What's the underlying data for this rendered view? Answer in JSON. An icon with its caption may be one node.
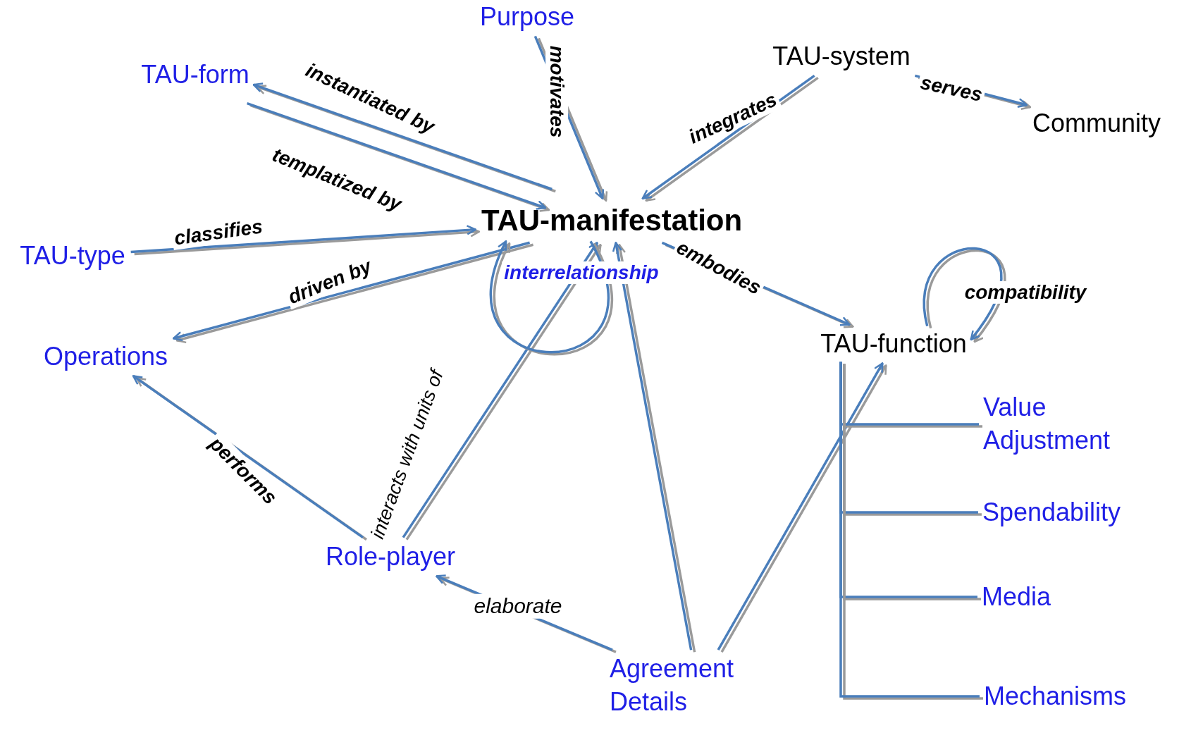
{
  "diagram": {
    "nodes": [
      {
        "text": [
          "Purpose"
        ]
      },
      {
        "text": [
          "TAU-form"
        ]
      },
      {
        "text": [
          "TAU-system"
        ]
      },
      {
        "text": [
          "Community"
        ]
      },
      {
        "text": [
          "TAU-manifestation"
        ]
      },
      {
        "text": [
          "TAU-type"
        ]
      },
      {
        "text": [
          "TAU-function"
        ]
      },
      {
        "text": [
          "Operations"
        ]
      },
      {
        "text": [
          "Value Adjustment"
        ]
      },
      {
        "text": [
          "Role-player"
        ]
      },
      {
        "text": [
          "Spendability"
        ]
      },
      {
        "text": [
          "Media"
        ]
      },
      {
        "text": [
          "Agreement Details"
        ]
      },
      {
        "text": [
          "Mechanisms"
        ]
      }
    ],
    "edges": [
      {
        "from": 0,
        "to": 4,
        "arrow": "to",
        "label": "motivates"
      },
      {
        "from": 1,
        "to": 4,
        "arrow": "to",
        "label": "instantiated by"
      },
      {
        "from": 4,
        "to": 1,
        "arrow": "to",
        "label": "templatized by"
      },
      {
        "from": 2,
        "to": 4,
        "arrow": "to",
        "label": "integrates"
      },
      {
        "from": 2,
        "to": 3,
        "arrow": "to",
        "label": "serves"
      },
      {
        "from": 5,
        "to": 4,
        "arrow": "to",
        "label": "classifies"
      },
      {
        "from": 4,
        "to": 7,
        "arrow": "to",
        "label": "driven by"
      },
      {
        "from": 9,
        "to": 4,
        "arrow": "to",
        "label": "interacts with units of"
      },
      {
        "from": 4,
        "to": 4,
        "arrow": "to",
        "label": "interrelationship"
      },
      {
        "from": 4,
        "to": 6,
        "arrow": "to",
        "label": "embodies"
      },
      {
        "from": 6,
        "to": 6,
        "arrow": "to",
        "label": "compatibility"
      },
      {
        "from": 9,
        "to": 7,
        "arrow": "to",
        "label": "performs"
      },
      {
        "from": 12,
        "to": 9,
        "arrow": "to",
        "label": "elaborate"
      },
      {
        "from": 12,
        "to": 4,
        "arrow": "to"
      },
      {
        "from": 12,
        "to": 6,
        "arrow": "to"
      },
      {
        "from": 6,
        "to": 8,
        "arrow": "none"
      },
      {
        "from": 6,
        "to": 10,
        "arrow": "none"
      },
      {
        "from": 6,
        "to": 11,
        "arrow": "none"
      },
      {
        "from": 6,
        "to": 13,
        "arrow": "none"
      }
    ]
  }
}
